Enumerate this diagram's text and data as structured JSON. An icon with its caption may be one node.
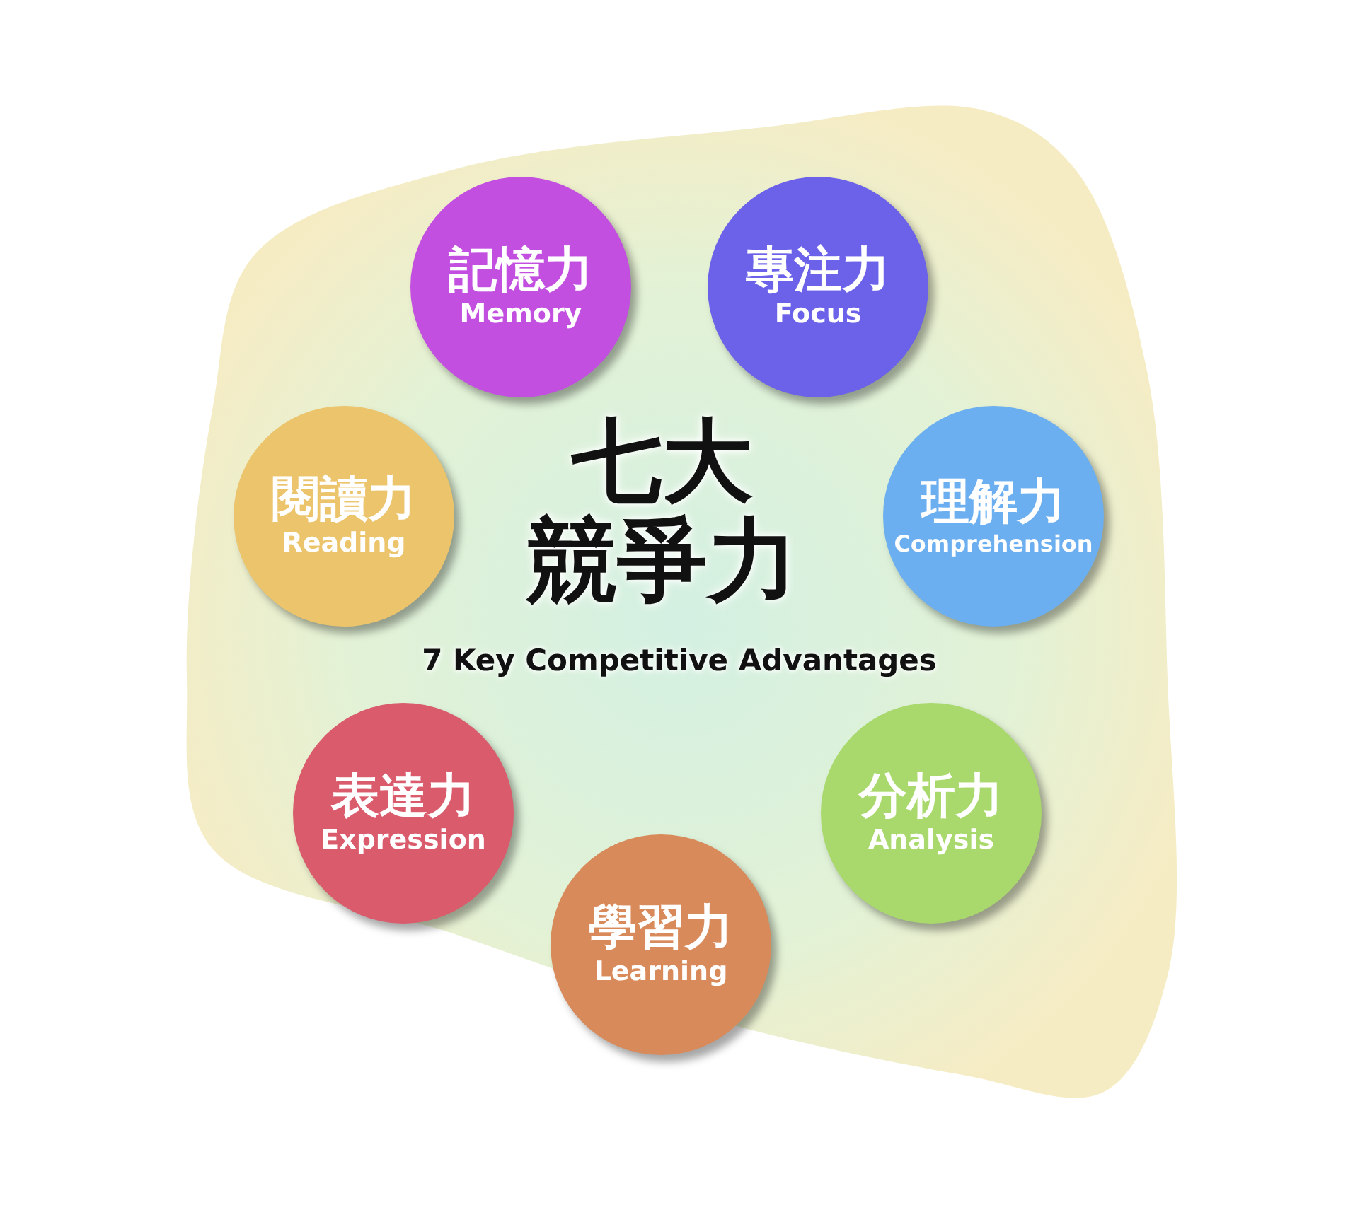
{
  "diagram": {
    "nodes": [
      {
        "text": [
          "七大競爭力",
          "7 Key Competitive Advantages"
        ]
      },
      {
        "text": [
          "記憶力",
          "Memory"
        ],
        "in": 0
      },
      {
        "text": [
          "專注力",
          "Focus"
        ],
        "in": 0
      },
      {
        "text": [
          "閱讀力",
          "Reading"
        ],
        "in": 0
      },
      {
        "text": [
          "理解力",
          "Comprehension"
        ],
        "in": 0
      },
      {
        "text": [
          "表達力",
          "Expression"
        ],
        "in": 0
      },
      {
        "text": [
          "分析力",
          "Analysis"
        ],
        "in": 0
      },
      {
        "text": [
          "學習力",
          "Learning"
        ],
        "in": 0
      }
    ]
  }
}
